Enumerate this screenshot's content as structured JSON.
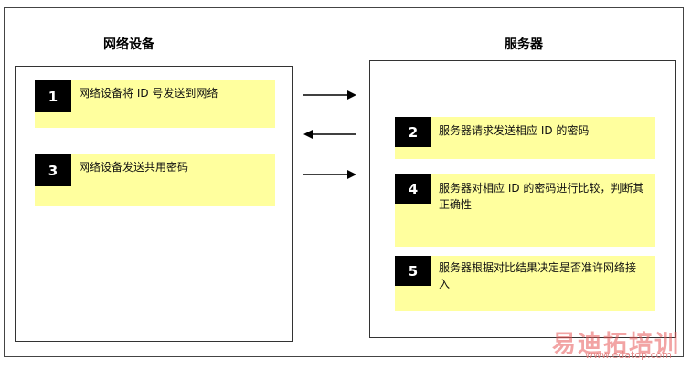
{
  "left_title": "网络设备",
  "right_title": "服务器",
  "steps": [
    {
      "num": "1",
      "text": "网络设备将 ID 号发送到网络"
    },
    {
      "num": "2",
      "text": "服务器请求发送相应 ID 的密码"
    },
    {
      "num": "3",
      "text": "网络设备发送共用密码"
    },
    {
      "num": "4",
      "text": "服务器对相应 ID 的密码进行比较，判断其正确性"
    },
    {
      "num": "5",
      "text": "服务器根据对比结果决定是否准许网络接入"
    }
  ],
  "watermark": {
    "brand": "易迪拓培训",
    "url": "www.edatop.com"
  }
}
